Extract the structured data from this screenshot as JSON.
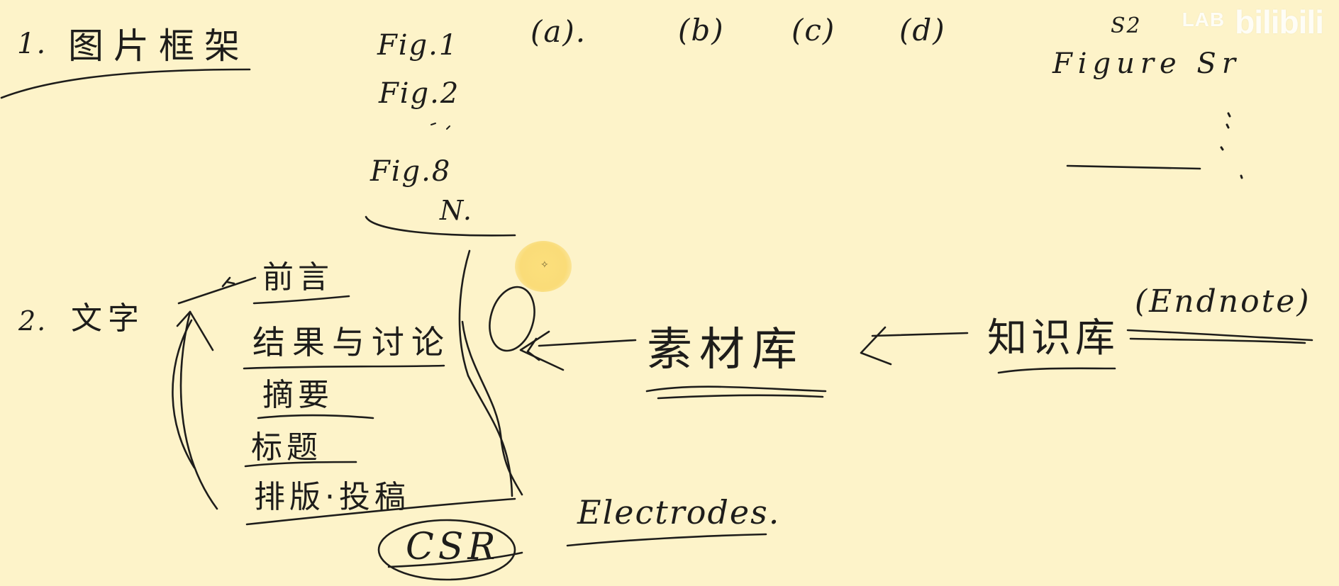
{
  "board": {
    "heading1": {
      "number": "1.",
      "text": "图片框架"
    },
    "figure_list": [
      "Fig.1",
      "Fig.2",
      "Fig.8",
      "N."
    ],
    "panels": [
      "(a).",
      "(b)",
      "(c)",
      "(d)"
    ],
    "supplementary": {
      "mark": "S2",
      "label": "Figure Sr"
    },
    "heading2": {
      "number": "2.",
      "text": "文字"
    },
    "sections": [
      "前言",
      "结果与讨论",
      "摘要",
      "标题",
      "排版·投稿"
    ],
    "flow": {
      "material_library": "素材库",
      "knowledge_base": "知识库",
      "endnote": "(Endnote)"
    },
    "csr": "CSR",
    "electrodes": "Electrodes."
  },
  "watermark": {
    "lab": "LAB",
    "logo": "bilibili"
  },
  "colors": {
    "background": "#fdf3c9",
    "ink": "#1e1d1b",
    "cursor": "#f8d66a"
  }
}
